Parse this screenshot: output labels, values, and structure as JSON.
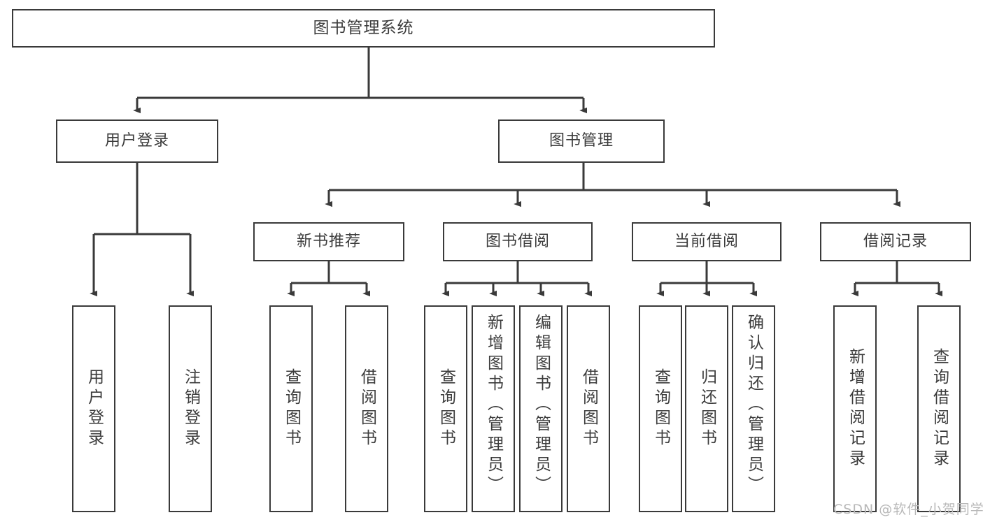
{
  "diagram": {
    "title": "图书管理系统",
    "type": "tree-hierarchy",
    "colors": {
      "box_border": "#3a3a3a",
      "box_fill": "#ffffff",
      "connector": "#3a3a3a",
      "text": "#3c3c3c",
      "watermark": "#b8b8b8",
      "background": "#ffffff"
    }
  },
  "root": {
    "label": "图书管理系统"
  },
  "level2": {
    "user_login": {
      "label": "用户登录"
    },
    "book_manage": {
      "label": "图书管理"
    }
  },
  "level3": {
    "new_book_rec": {
      "label": "新书推荐"
    },
    "book_borrow": {
      "label": "图书借阅"
    },
    "current_borrow": {
      "label": "当前借阅"
    },
    "borrow_record": {
      "label": "借阅记录"
    }
  },
  "leaves": {
    "user_login": [
      {
        "label": "用户登录",
        "align": "mid"
      },
      {
        "label": "注销登录",
        "align": "mid"
      }
    ],
    "new_book_rec": [
      {
        "label": "查询图书",
        "align": "mid"
      },
      {
        "label": "借阅图书",
        "align": "mid"
      }
    ],
    "book_borrow": [
      {
        "label": "查询图书",
        "align": "mid"
      },
      {
        "label": "新增图书（管理员）",
        "align": "top"
      },
      {
        "label": "编辑图书（管理员）",
        "align": "top"
      },
      {
        "label": "借阅图书",
        "align": "mid"
      }
    ],
    "current_borrow": [
      {
        "label": "查询图书",
        "align": "mid"
      },
      {
        "label": "归还图书",
        "align": "mid"
      },
      {
        "label": "确认归还（管理员）",
        "align": "top"
      }
    ],
    "borrow_record": [
      {
        "label": "新增借阅记录",
        "align": "mid"
      },
      {
        "label": "查询借阅记录",
        "align": "mid"
      }
    ]
  },
  "watermark": {
    "text": "CSDN @软件_小贺同学"
  }
}
